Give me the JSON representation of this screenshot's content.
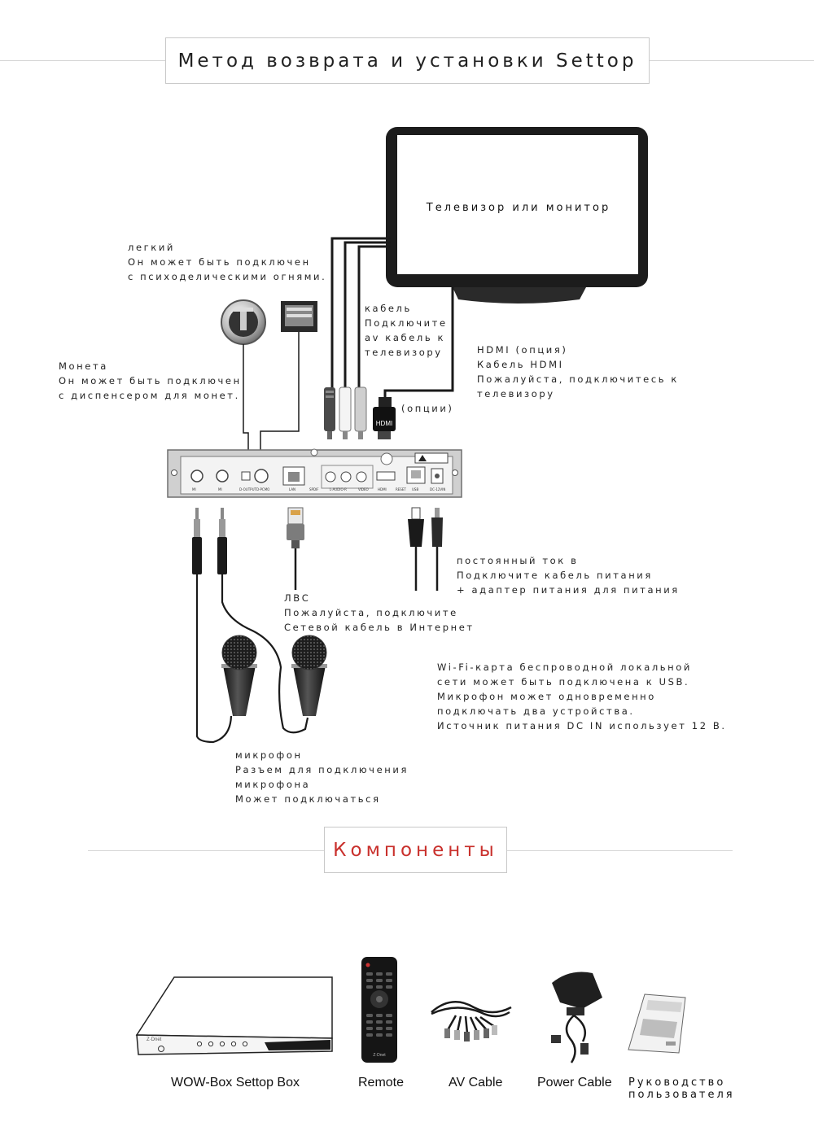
{
  "headings": {
    "install_title": "Метод возврата и установки Settop",
    "components_title": "Компоненты"
  },
  "tv": {
    "label": "Телевизор или монитор"
  },
  "notes": {
    "light": [
      "легкий",
      "Он может быть подключен",
      "с психоделическими огнями."
    ],
    "coin": [
      "Монета",
      "Он может быть подключен",
      "с диспенсером для монет."
    ],
    "av_cable": [
      "кабель",
      "Подключите",
      "av кабель к",
      "телевизору"
    ],
    "hdmi": [
      "HDMI (опция)",
      "Кабель HDMI",
      "Пожалуйста, подключитесь к",
      "телевизору"
    ],
    "options": "(опции)",
    "dc_power": [
      "постоянный ток в",
      "Подключите кабель питания",
      "+ адаптер питания для питания"
    ],
    "lan": [
      "ЛВС",
      "Пожалуйста, подключите",
      "Сетевой кабель в Интернет"
    ],
    "info": [
      "Wi-Fi-карта беспроводной локальной",
      "сети может быть подключена к USB.",
      "Микрофон может одновременно",
      "подключать два устройства.",
      "Источник питания DC IN использует 12 В."
    ],
    "microphone": [
      "микрофон",
      "Разъем для подключения",
      "микрофона",
      "Может подключаться"
    ]
  },
  "components": [
    {
      "label": "WOW-Box Settop Box"
    },
    {
      "label": "Remote"
    },
    {
      "label": "AV Cable"
    },
    {
      "label": "Power Cable"
    },
    {
      "label": "Руководство пользователя"
    }
  ],
  "icons": {
    "tv": "tv-monitor-icon",
    "light_button": "light-button-icon",
    "coin_dispenser": "coin-dispenser-icon",
    "settop_back_panel": "settop-back-panel-icon",
    "rca_plugs": "rca-plug-icon",
    "hdmi_plug": "hdmi-plug-icon",
    "lan_plug": "rj45-plug-icon",
    "usb_plug": "usb-plug-icon",
    "dc_plug": "dc-plug-icon",
    "microphone": "microphone-icon",
    "remote": "remote-control-icon",
    "av_cable": "av-cable-icon",
    "power_adapter": "power-adapter-icon",
    "manual": "user-manual-icon"
  },
  "colors": {
    "accent": "#c9302c",
    "ink": "#1a1a1a"
  }
}
